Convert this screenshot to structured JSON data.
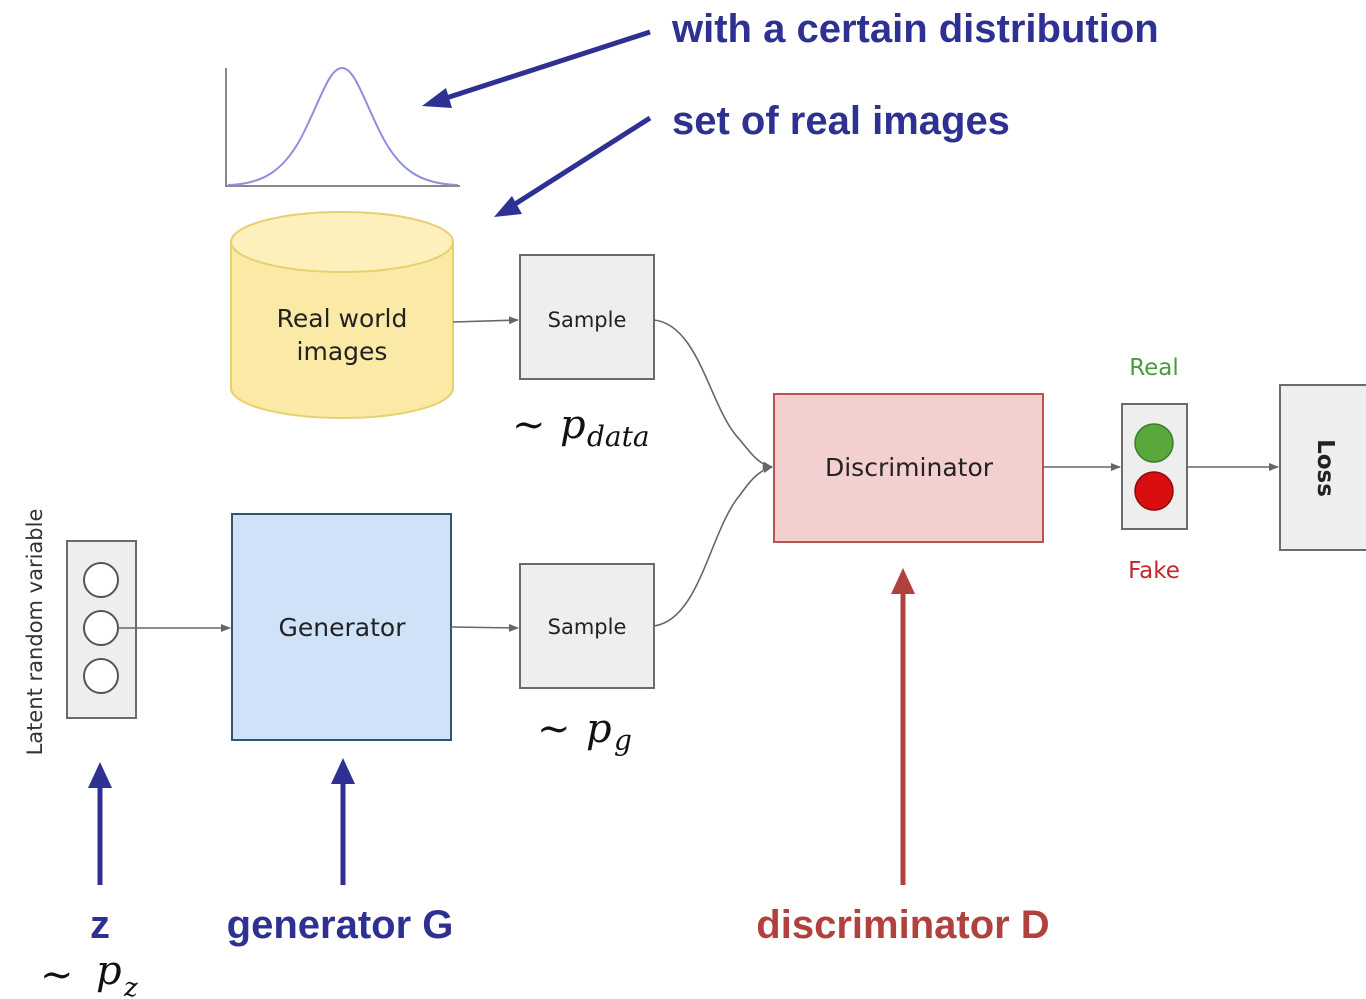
{
  "annotations": {
    "distribution": "with a certain distribution",
    "real_set": "set of real images",
    "z": "z",
    "generator": "generator G",
    "discriminator": "discriminator D"
  },
  "nodes": {
    "real_world_line1": "Real world",
    "real_world_line2": "images",
    "sample_top": "Sample",
    "sample_bottom": "Sample",
    "generator": "Generator",
    "discriminator": "Discriminator",
    "loss": "Loss",
    "latent": "Latent random variable",
    "real": "Real",
    "fake": "Fake"
  },
  "math": {
    "tilde": "∼",
    "p": "p",
    "data_sub": "data",
    "g_sub": "g",
    "z_sub": "z"
  },
  "colors": {
    "annotation_blue": "#2e3192",
    "discriminator_red": "#b0413e",
    "real_green": "#4a9a3c",
    "fake_red": "#c1272d"
  }
}
